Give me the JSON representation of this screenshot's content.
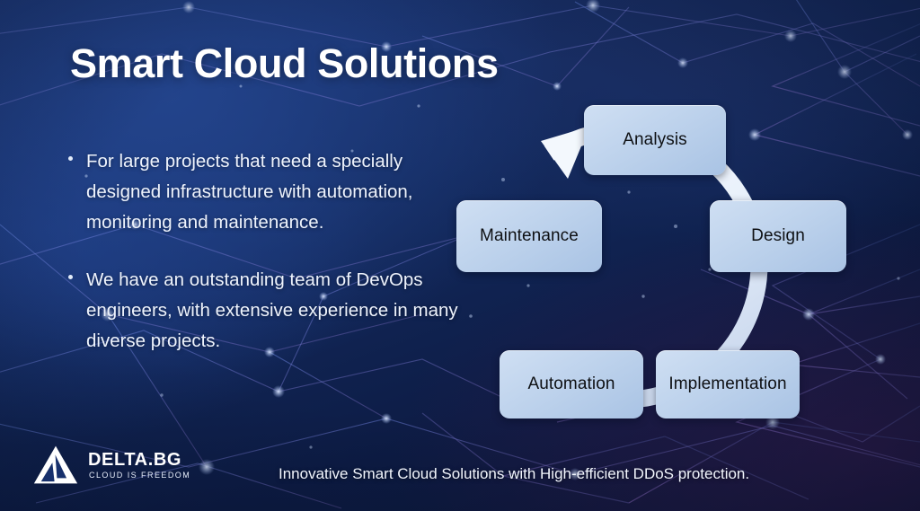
{
  "slide": {
    "title": "Smart Cloud Solutions",
    "background_color": "#132a5e",
    "accent_color": "#bdd2ec",
    "text_color": "#eef3fc"
  },
  "bullets": [
    {
      "text": "For large projects that need a specially designed infrastructure with automation, monitoring and maintenance."
    },
    {
      "text": "We have an outstanding team of DevOps engineers, with extensive experience in many diverse projects."
    }
  ],
  "cycle": {
    "name": "smart-cloud-lifecycle",
    "direction": "clockwise",
    "arrow_icon": "arrowhead-icon",
    "nodes": [
      {
        "id": "analysis",
        "label": "Analysis"
      },
      {
        "id": "design",
        "label": "Design"
      },
      {
        "id": "implementation",
        "label": "Implementation"
      },
      {
        "id": "automation",
        "label": "Automation"
      },
      {
        "id": "maintenance",
        "label": "Maintenance"
      }
    ]
  },
  "footer": {
    "caption": "Innovative Smart Cloud Solutions with High-efficient DDoS protection."
  },
  "logo": {
    "mark_icon": "delta-triangle-icon",
    "name": "DELTA.BG",
    "tagline": "CLOUD IS FREEDOM"
  }
}
